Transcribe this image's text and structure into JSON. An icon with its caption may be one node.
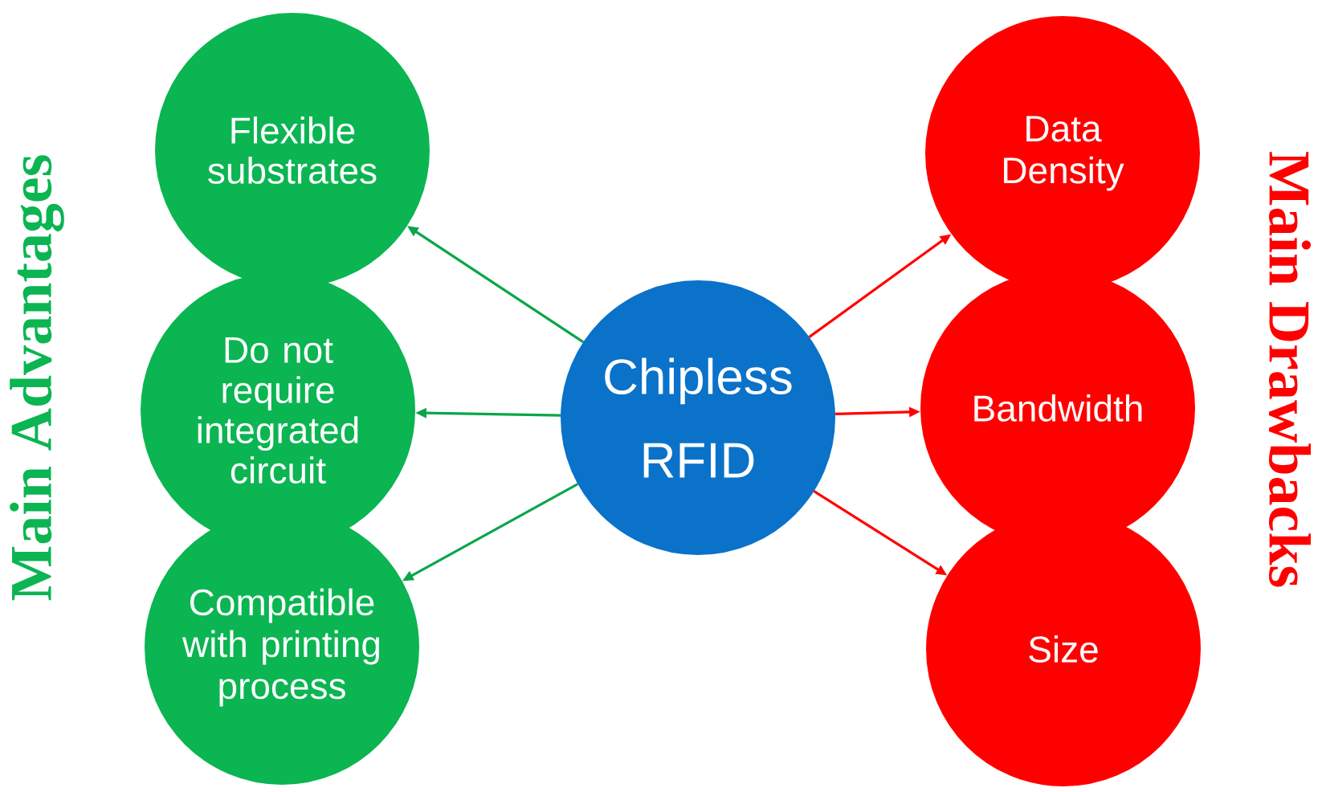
{
  "diagram": {
    "nodes": [
      {
        "text": [
          "Flexible substrates"
        ]
      },
      {
        "text": [
          "Do not require integrated circuit"
        ]
      },
      {
        "text": [
          "Compatible with printing process"
        ]
      },
      {
        "text": [
          "Chipless RFID"
        ]
      },
      {
        "text": [
          "Data Density"
        ]
      },
      {
        "text": [
          "Bandwidth"
        ]
      },
      {
        "text": [
          "Size"
        ]
      }
    ],
    "edges": [
      {
        "from": 3,
        "to": 0,
        "arrow": "to",
        "color": "#0aa64a"
      },
      {
        "from": 3,
        "to": 1,
        "arrow": "to",
        "color": "#0aa64a"
      },
      {
        "from": 3,
        "to": 2,
        "arrow": "to",
        "color": "#0aa64a"
      },
      {
        "from": 3,
        "to": 4,
        "arrow": "to",
        "color": "#ff0000"
      },
      {
        "from": 3,
        "to": 5,
        "arrow": "to",
        "color": "#ff0000"
      },
      {
        "from": 3,
        "to": 6,
        "arrow": "to",
        "color": "#ff0000"
      }
    ],
    "labels": [
      "Main Advantages",
      "Main Drawbacks"
    ]
  }
}
